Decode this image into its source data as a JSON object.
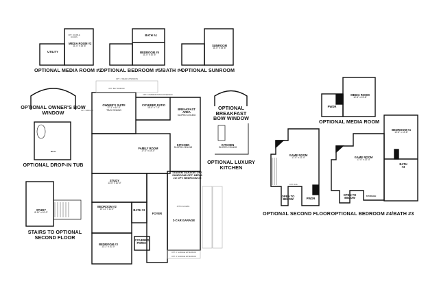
{
  "titles": {
    "media_room_2": "OPTIONAL MEDIA ROOM #2",
    "bedroom5_bath4": "OPTIONAL BEDROOM #5/BATH #4",
    "sunroom": "OPTIONAL SUNROOM",
    "owners_bow": "OPTIONAL OWNER'S BOW WINDOW",
    "drop_in_tub": "OPTIONAL DROP-IN TUB",
    "stairs": "STAIRS TO OPTIONAL SECOND FLOOR",
    "breakfast_bow": "OPTIONAL BREAKFAST BOW WINDOW",
    "luxury_kitchen": "OPTIONAL LUXURY KITCHEN",
    "media_room": "OPTIONAL MEDIA ROOM",
    "second_floor": "OPTIONAL SECOND FLOOR",
    "bedroom4_bath3": "OPTIONAL BEDROOM #4/BATH #3"
  },
  "rooms": {
    "media2": {
      "name": "MEDIA ROOM #2",
      "dim": "11'-0\" x 15'-8\""
    },
    "utility": "UTILITY",
    "bedroom5": {
      "name": "BEDROOM #5",
      "dim": "11'-0\" x 10'-5\""
    },
    "bath4": "BATH #4",
    "sunroom": {
      "name": "SUNROOM",
      "dim": "11'-0\" x 15'-8\""
    },
    "owners_suite": {
      "name": "OWNER'S SUITE",
      "dim": "17'-1\" x 14'-0\"",
      "note": "TRAY CEILING"
    },
    "covered_patio": {
      "name": "COVERED PATIO",
      "dim": "15'-0\" x 7'-0\""
    },
    "breakfast": {
      "name": "BREAKFAST AREA",
      "note": "SLOPED CEILING"
    },
    "kitchen": {
      "name": "KITCHEN",
      "note": "SLOPED CEILING"
    },
    "family_room": {
      "name": "FAMILY ROOM",
      "dim": "17'-0\" x 18'-0\""
    },
    "study": {
      "name": "STUDY",
      "dim": "13'-0\" x 10'-0\""
    },
    "study_alt": {
      "name": "STUDY",
      "dim": "8'-11\" x 10'-0\""
    },
    "tandem": "TANDEM GARAGE/ OPT. SUNROOM/ OPT. MEDIA #2/ OPT. BEDROOM #5",
    "bedroom2": {
      "name": "BEDROOM #2",
      "dim": "10'-11\" x 11'-0\""
    },
    "bath2": "BATH #2",
    "foyer": "FOYER",
    "garage": "2-CAR GARAGE",
    "bedroom3": {
      "name": "BEDROOM #3",
      "dim": "13'-1\" x 10'-0\""
    },
    "covered_porch": "COVERED PORCH",
    "wic": "W.I.C.",
    "media": {
      "name": "MEDIA ROOM",
      "dim": "12'-6\" x 15'-8\""
    },
    "pwdr": "PWDR",
    "game_room": {
      "name": "GAME ROOM",
      "dim": "17'-0\" x 22'-4\""
    },
    "open_below": "OPEN TO BELOW",
    "bedroom4": {
      "name": "BEDROOM #4",
      "dim": "12'-6\" x 12'-6\""
    },
    "bath3": "BATH #3",
    "storage": "STORAGE"
  },
  "notes": {
    "rear_ext": "OPT. 4' REAR EXTENSION",
    "bay_window": "OPT. BAY WINDOW",
    "patio_ext": "OPT. COVERED PATIO EXTENSION",
    "opt_window": "OPT. WINDOW",
    "garage_ext2": "OPT. 2' GARAGE EXTENSION",
    "garage_ext4": "OPT. 4' GARAGE EXTENSION",
    "attic": "ATTIC ACCESS",
    "opt_rail": "OPT. RAIL",
    "double_doors": "OPT. DOUBLE DOORS"
  }
}
